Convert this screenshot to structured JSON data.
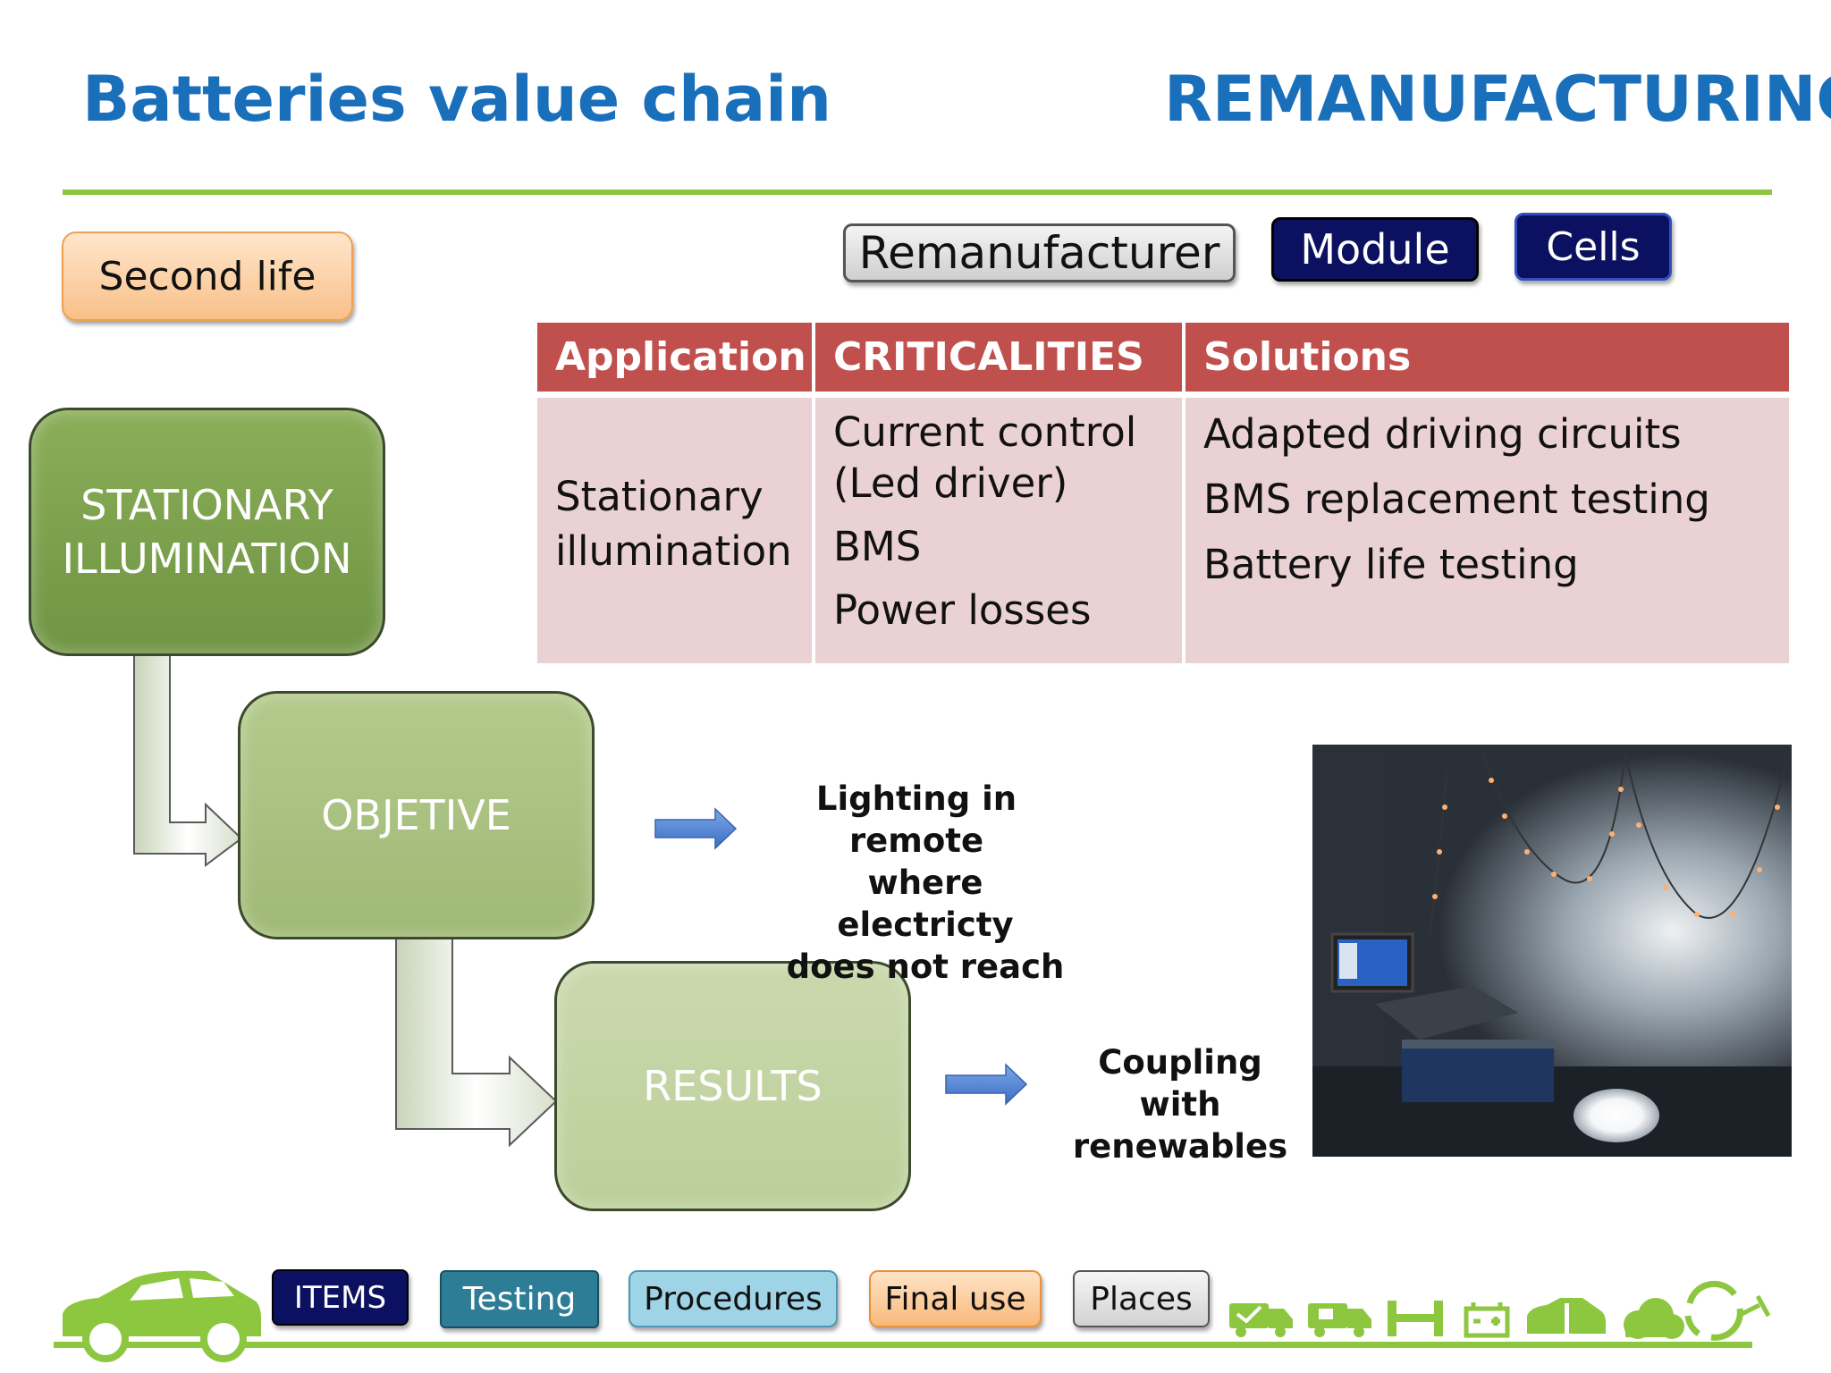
{
  "header": {
    "title_left": "Batteries value chain",
    "title_right": "REMANUFACTURING",
    "rule_color": "#8dc63f",
    "title_color": "#1a6fba"
  },
  "tags": {
    "second_life": "Second life",
    "remanufacturer": "Remanufacturer",
    "module": "Module",
    "cells": "Cells"
  },
  "table": {
    "headers": [
      "Application",
      "CRITICALITIES",
      "Solutions"
    ],
    "application": [
      "Stationary",
      "illumination"
    ],
    "criticalities": [
      "Current control",
      "(Led driver)",
      "BMS",
      "Power losses"
    ],
    "solutions": [
      "Adapted driving circuits",
      "BMS replacement testing",
      "Battery life testing"
    ],
    "header_color": "#c0504d",
    "cell_color": "#ead1d4"
  },
  "flow": {
    "step1": [
      "STATIONARY",
      "ILLUMINATION"
    ],
    "step2": "OBJETIVE",
    "step3": "RESULTS",
    "objective_note": [
      "Lighting in remote",
      "where electricty",
      "does not reach"
    ],
    "results_note": [
      "Coupling with",
      "renewables"
    ]
  },
  "photo": {
    "icon": "room-lighting-photo"
  },
  "footer": {
    "buttons": [
      "ITEMS",
      "Testing",
      "Procedures",
      "Final use",
      "Places"
    ],
    "icons": [
      "car-icon",
      "truck-icon",
      "battery-truck-icon",
      "tools-icon",
      "battery-icon",
      "car-outline-icon",
      "cloud-icon",
      "recycle-plug-icon"
    ]
  }
}
